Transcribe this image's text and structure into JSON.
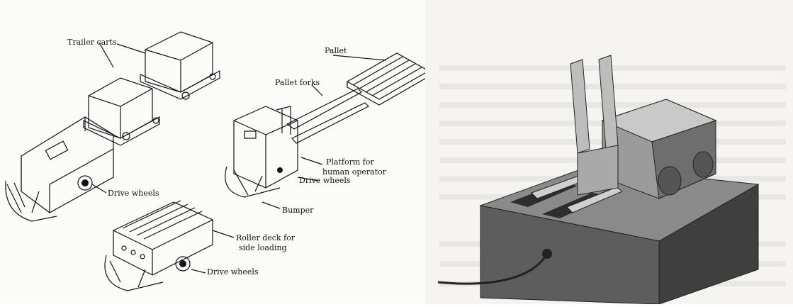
{
  "left_figure": {
    "labels": {
      "trailer_carts": "Trailer carts",
      "pallet": "Pallet",
      "pallet_forks": "Pallet forks",
      "platform": [
        "Platform for",
        "human operator"
      ],
      "drive_wheels_1": "Drive wheels",
      "drive_wheels_2": "Drive wheels",
      "drive_wheels_3": "Drive wheels",
      "bumper": "Bumper",
      "roller_deck": [
        "Roller deck for",
        "side loading"
      ]
    }
  },
  "right_figure": {},
  "colors": {
    "line": "#111111",
    "base_top": "#8a8a8a",
    "base_front": "#5d5d5d",
    "base_side": "#3f3f3f",
    "vehicle_light": "#bdbdbd",
    "vehicle_mid": "#9b9b9b",
    "vehicle_dark": "#6e6e6e"
  }
}
